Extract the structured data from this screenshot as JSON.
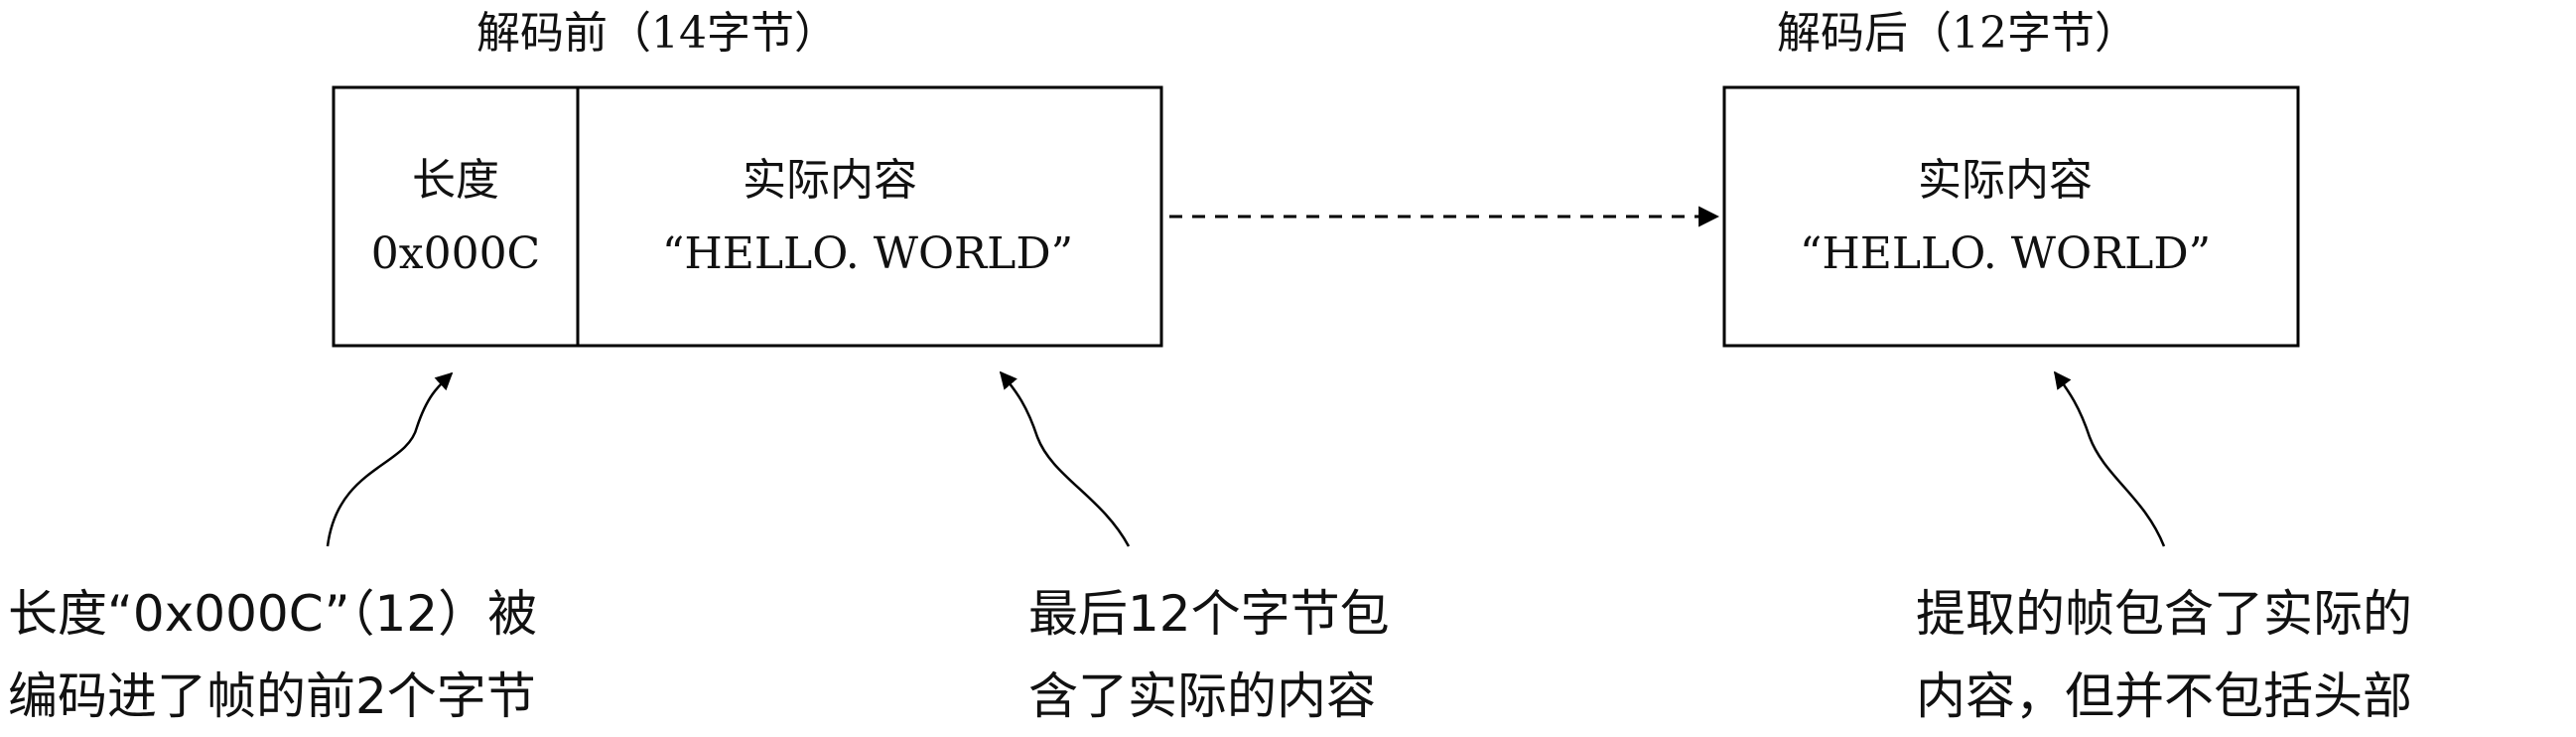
{
  "before": {
    "title": "解码前（14字节）",
    "length_field": {
      "label": "长度",
      "value": "0x000C"
    },
    "content_field": {
      "label": "实际内容",
      "value": "“HELLO. WORLD”"
    }
  },
  "after": {
    "title": "解码后（12字节）",
    "content_field": {
      "label": "实际内容",
      "value": "“HELLO. WORLD”"
    }
  },
  "notes": {
    "length_note": {
      "line1": "长度“0x000C”（12）被",
      "line2": "编码进了帧的前2个字节"
    },
    "content_note": {
      "line1": "最后12个字节包",
      "line2": "含了实际的内容"
    },
    "extracted_note": {
      "line1": "提取的帧包含了实际的",
      "line2": "内容，但并不包括头部"
    }
  }
}
